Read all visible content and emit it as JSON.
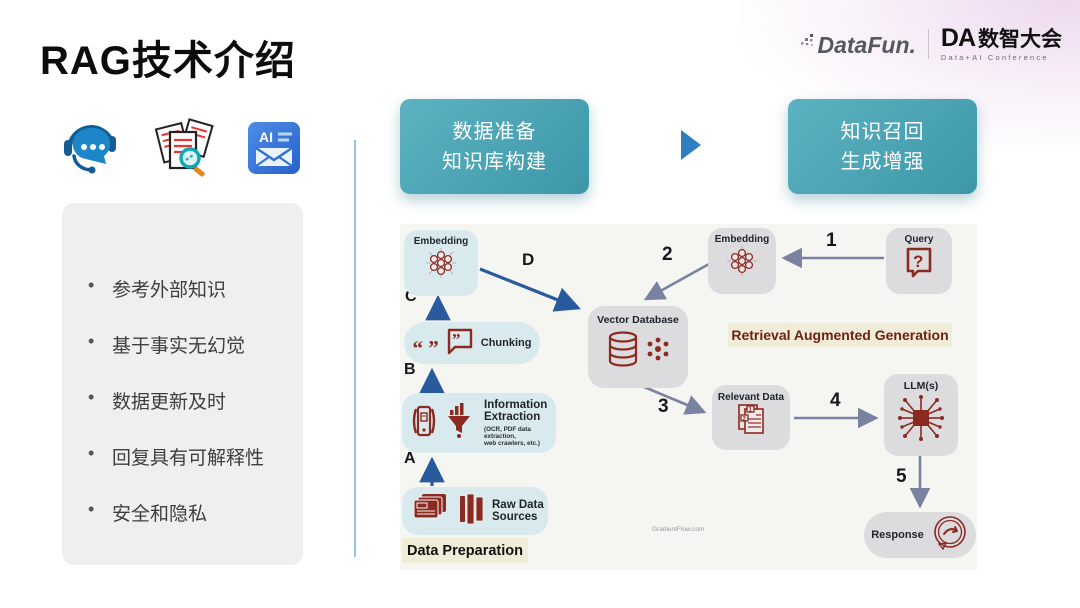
{
  "slide": {
    "title": "RAG技术介绍"
  },
  "header": {
    "datafun_logo": "DataFun.",
    "conference_da": "DA",
    "conference_name": "数智大会",
    "conference_sub": "Data+AI Conference"
  },
  "icons": [
    "chat-support-icon",
    "document-search-icon",
    "ai-mail-icon"
  ],
  "bullets": {
    "items": [
      "参考外部知识",
      "基于事实无幻觉",
      "数据更新及时",
      "回复具有可解释性",
      "安全和隐私"
    ]
  },
  "stages": {
    "stage1_line1": "数据准备",
    "stage1_line2": "知识库构建",
    "stage2_line1": "知识召回",
    "stage2_line2": "生成增强"
  },
  "diagram": {
    "embedding_left": "Embedding",
    "chunking": "Chunking",
    "info_extraction_line1": "Information",
    "info_extraction_line2": "Extraction",
    "info_extraction_sub1": "(OCR, PDF data extraction,",
    "info_extraction_sub2": "web crawlers, etc.)",
    "raw_data_line1": "Raw Data",
    "raw_data_line2": "Sources",
    "data_preparation": "Data Preparation",
    "vector_database": "Vector Database",
    "embedding_right": "Embedding",
    "query": "Query",
    "rag_label": "Retrieval Augmented Generation",
    "relevant_data": "Relevant Data",
    "llm": "LLM(s)",
    "response": "Response",
    "watermark": "GradientFlow.com",
    "steps": {
      "n1": "1",
      "n2": "2",
      "n3": "3",
      "n4": "4",
      "n5": "5",
      "lA": "A",
      "lB": "B",
      "lC": "C",
      "lD": "D"
    }
  },
  "colors": {
    "accent_teal": "#45a3b3",
    "arrow_blue": "#2a5a9e",
    "arrow_slate": "#7a82a2",
    "icon_maroon": "#8b2a21",
    "highlight_bg": "#f1ecd7",
    "node_blue": "#d9eaee",
    "node_gray": "#dcdcdf",
    "panel_gray": "#efefef"
  }
}
